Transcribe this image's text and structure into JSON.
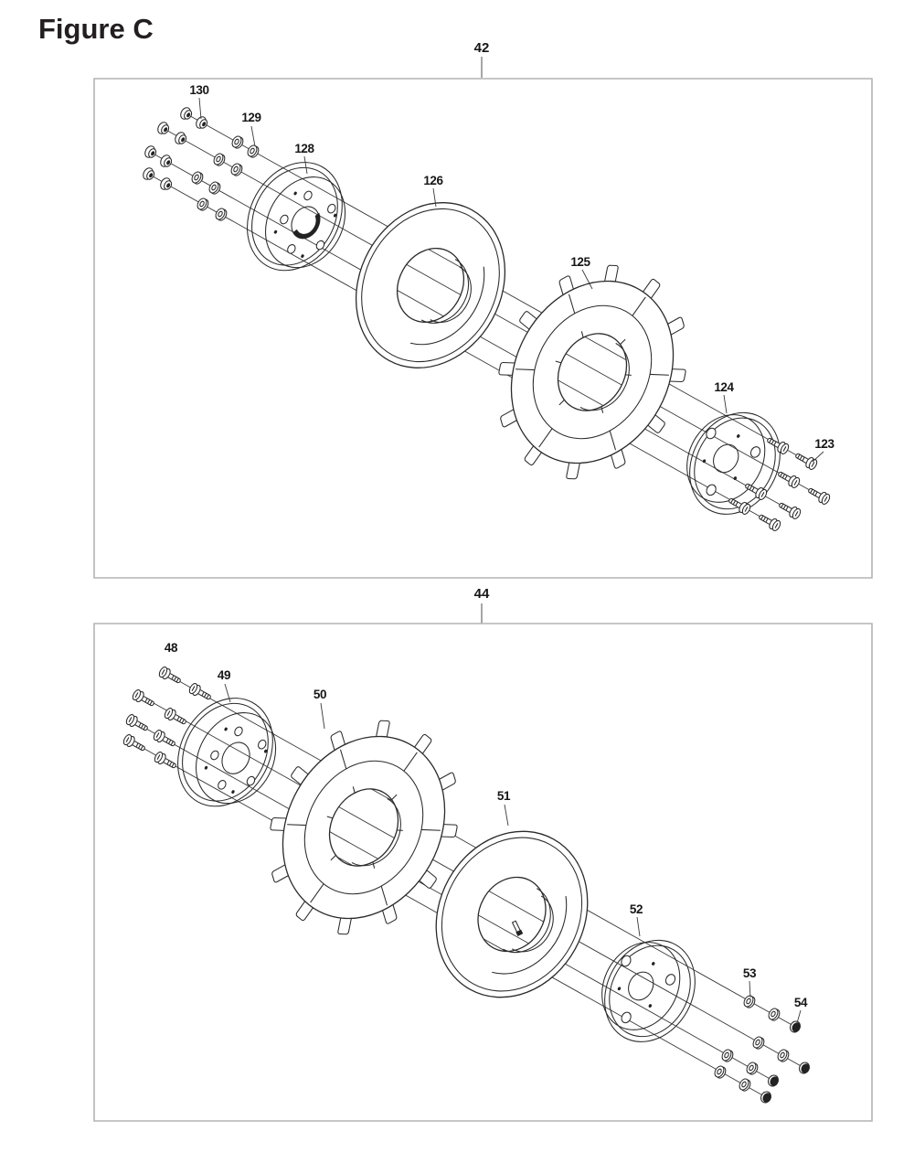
{
  "title": "Figure C",
  "colors": {
    "line": "#2a2a2a",
    "panel_border": "#b4b4b4",
    "text": "#161616"
  },
  "panels": [
    {
      "callout": "42",
      "part_labels": [
        "130",
        "129",
        "128",
        "126",
        "125",
        "124",
        "123"
      ]
    },
    {
      "callout": "44",
      "part_labels": [
        "48",
        "49",
        "50",
        "51",
        "52",
        "53",
        "54"
      ]
    }
  ]
}
